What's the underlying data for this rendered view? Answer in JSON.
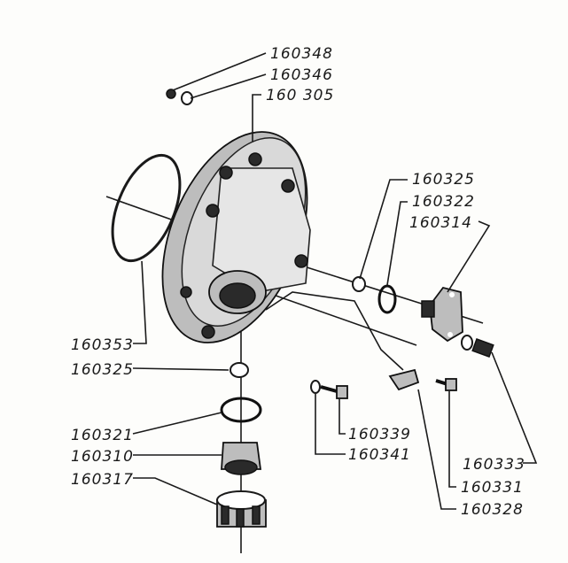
{
  "labels": {
    "l160348": "160348",
    "l160346": "160346",
    "l160305": "160 305",
    "l160325a": "160325",
    "l160322": "160322",
    "l160314": "160314",
    "l160353": "160353",
    "l160325b": "160325",
    "l160321": "160321",
    "l160310": "160310",
    "l160317": "160317",
    "l160339": "160339",
    "l160341": "160341",
    "l160333": "160333",
    "l160331": "160331",
    "l160328": "160328"
  }
}
